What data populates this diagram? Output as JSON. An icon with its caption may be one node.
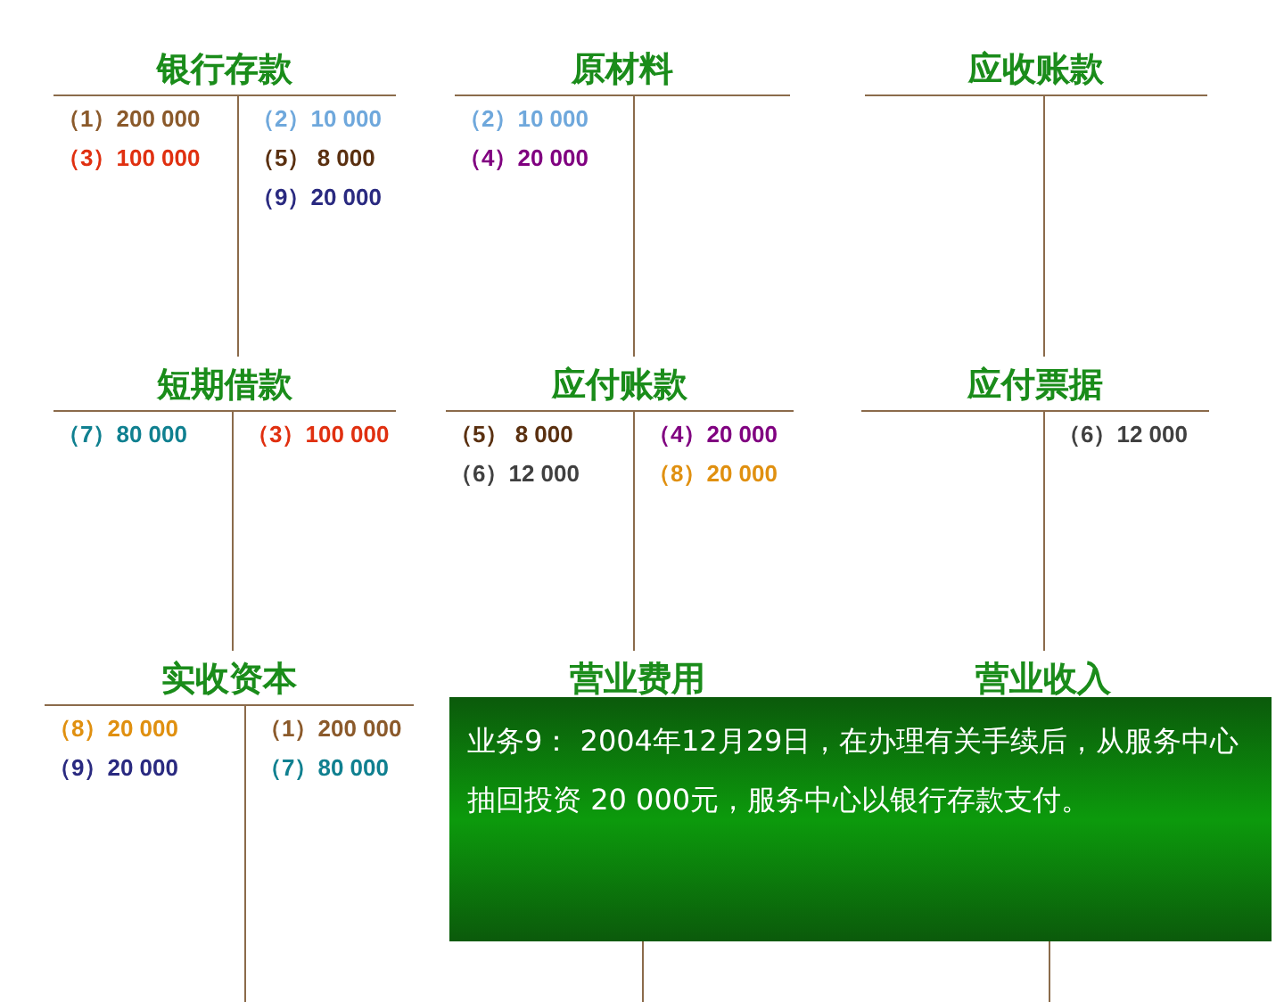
{
  "diagram": {
    "nodes": [
      {
        "text": [
          "银行存款",
          "（1）200 000",
          "（3）100 000",
          "（2）10 000",
          "（5） 8 000",
          "（9）20 000"
        ]
      },
      {
        "text": [
          "原材料",
          "（2）10 000",
          "（4）20 000"
        ]
      },
      {
        "text": [
          "应收账款"
        ]
      },
      {
        "text": [
          "短期借款",
          "（7）80 000",
          "（3）100 000"
        ]
      },
      {
        "text": [
          "应付账款",
          "（5） 8 000",
          "（6）12 000",
          "（4）20 000",
          "（8）20 000"
        ]
      },
      {
        "text": [
          "应付票据",
          "（6）12 000"
        ]
      },
      {
        "text": [
          "实收资本",
          "（8）20 000",
          "（9）20 000",
          "（1）200 000",
          "（7）80 000"
        ]
      },
      {
        "text": [
          "营业费用"
        ]
      },
      {
        "text": [
          "营业收入"
        ]
      },
      {
        "text": [
          "业务9： 2004年12月29日，在办理有关手续后，从服务中心抽回投资 20 000元，服务中心以银行存款支付。"
        ]
      }
    ]
  }
}
